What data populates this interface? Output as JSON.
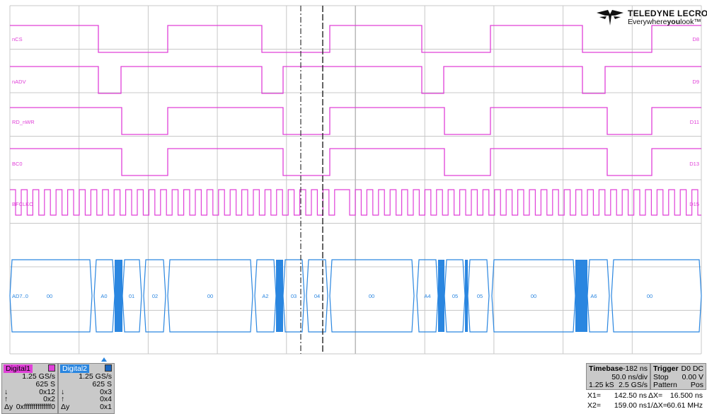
{
  "logo": {
    "brand": "TELEDYNE LECROY",
    "tag_prefix": "Everywhere",
    "tag_bold": "you",
    "tag_suffix": "look",
    "tag_tm": "™"
  },
  "colors": {
    "digital1": "#e040d8",
    "digital2": "#2a86e0",
    "grid": "#c8c8c8"
  },
  "channels": [
    {
      "label": "nCS",
      "right": "D8"
    },
    {
      "label": "nADV",
      "right": "D9"
    },
    {
      "label": "RD_nWR",
      "right": "D11"
    },
    {
      "label": "BC0",
      "right": "D13"
    },
    {
      "label": "BFCLKO",
      "right": "D15"
    }
  ],
  "bus": {
    "label": "AD7..0",
    "values": [
      "00",
      "A0",
      "01",
      "02",
      "00",
      "A2",
      "03",
      "04",
      "00",
      "A4",
      "05",
      "05",
      "00",
      "A6",
      "00"
    ]
  },
  "digital1": {
    "title": "Digital1",
    "rate": "1.25 GS/s",
    "samples": "625 S",
    "down_arrow": "↓",
    "down_val": "0x12",
    "up_arrow": "↑",
    "up_val": "0x2",
    "dy_label": "Δy",
    "dy_val": "0xffffffffffffff0"
  },
  "digital2": {
    "title": "Digital2",
    "rate": "1.25 GS/s",
    "samples": "625 S",
    "down_arrow": "↓",
    "down_val": "0x3",
    "up_arrow": "↑",
    "up_val": "0x4",
    "dy_label": "Δy",
    "dy_val": "0x1"
  },
  "timebase": {
    "title": "Timebase",
    "offset": "-182 ns",
    "div": "50.0 ns/div",
    "samples": "1.25 kS",
    "rate": "2.5 GS/s"
  },
  "trigger": {
    "title": "Trigger",
    "coupling": "D0 DC",
    "mode": "Stop",
    "level": "0.00 V",
    "type": "Pattern",
    "slope": "Pos"
  },
  "cursors": {
    "x1_label": "X1=",
    "x1": "142.50 ns",
    "dx_label": "ΔX=",
    "dx": "16.500 ns",
    "x2_label": "X2=",
    "x2": "159.00 ns",
    "inv_label": "1/ΔX=",
    "inv": "60.61 MHz"
  }
}
